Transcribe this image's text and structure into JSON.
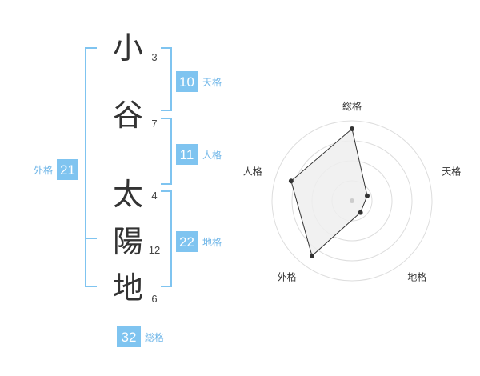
{
  "name": {
    "chars": [
      {
        "char": "小",
        "strokes": "3"
      },
      {
        "char": "谷",
        "strokes": "7"
      },
      {
        "char": "太",
        "strokes": "4"
      },
      {
        "char": "陽",
        "strokes": "12"
      },
      {
        "char": "地",
        "strokes": "6"
      }
    ]
  },
  "fortune": {
    "ten": {
      "label": "天格",
      "value": "10"
    },
    "jin": {
      "label": "人格",
      "value": "11"
    },
    "chi": {
      "label": "地格",
      "value": "22"
    },
    "gai": {
      "label": "外格",
      "value": "21"
    },
    "sou": {
      "label": "総格",
      "value": "32"
    }
  },
  "colors": {
    "accent": "#7fc4f0",
    "accent_text": "#6fb6e8",
    "radar_fill": "#eeeeee",
    "radar_ring": "#dddddd",
    "radar_line": "#333333"
  },
  "chart_data": {
    "type": "radar",
    "axes": [
      "総格",
      "天格",
      "地格",
      "外格",
      "人格"
    ],
    "values": [
      0.9,
      0.2,
      0.18,
      0.85,
      0.8
    ],
    "rings": 4,
    "range": [
      0,
      1
    ]
  }
}
